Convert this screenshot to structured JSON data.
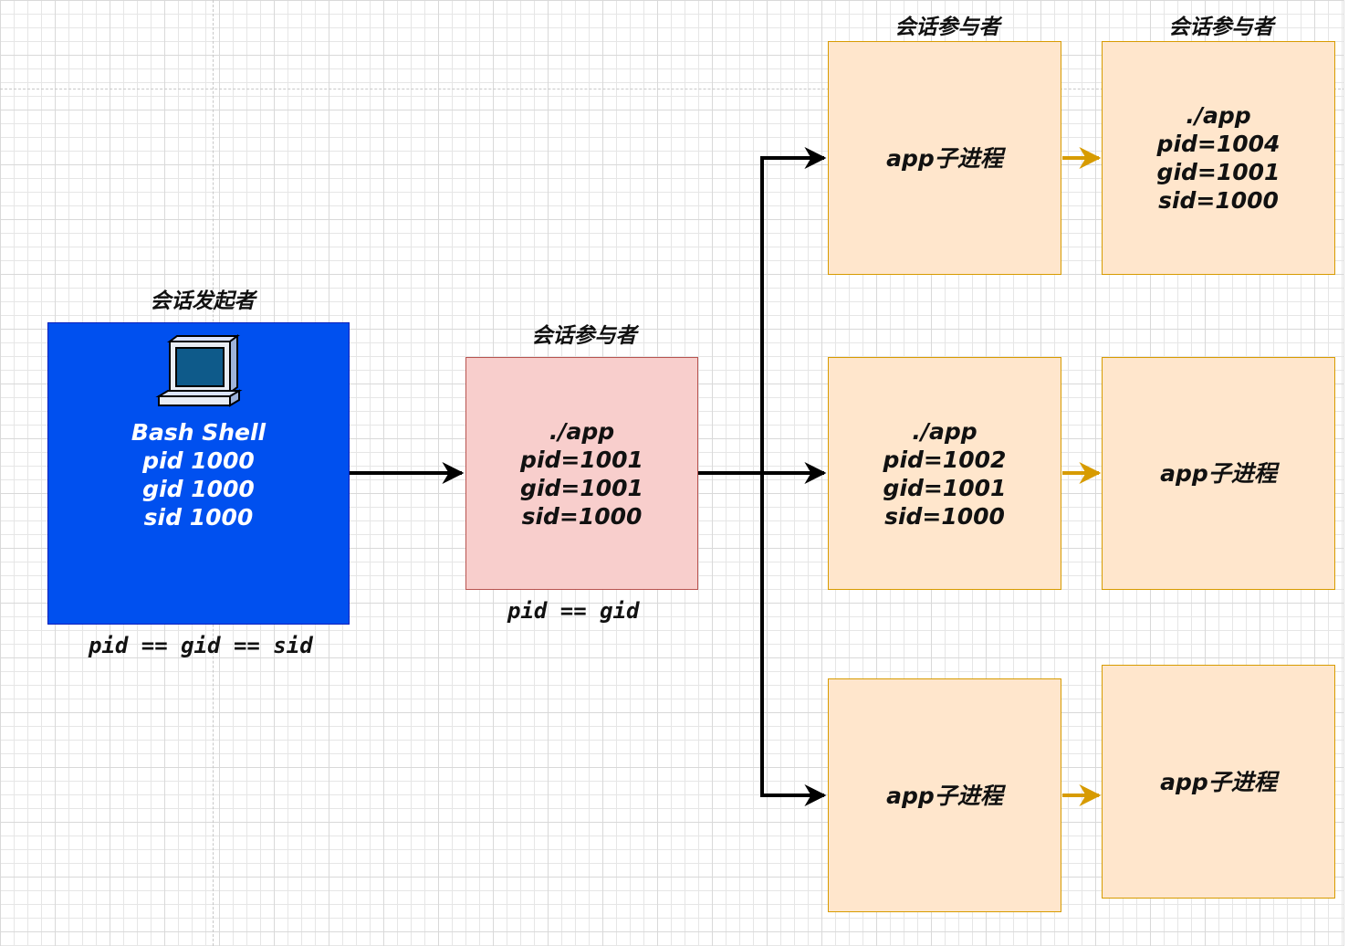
{
  "colors": {
    "initiator_fill": "#0050ef",
    "participant_fill": "#f8cecc",
    "child_fill": "#ffe6cc",
    "child_border": "#d79b00",
    "arrow_black": "#000000",
    "arrow_orange": "#d79b00"
  },
  "initiator": {
    "caption": "会话发起者",
    "icon": "computer-terminal-icon",
    "lines": [
      "Bash Shell",
      "pid 1000",
      "gid 1000",
      "sid 1000"
    ],
    "note": "pid == gid == sid"
  },
  "participant": {
    "caption": "会话参与者",
    "lines": [
      "./app",
      "pid=1001",
      "gid=1001",
      "sid=1000"
    ],
    "note": "pid == gid"
  },
  "children": {
    "top_left": {
      "caption": "会话参与者",
      "lines": [
        "app子进程"
      ]
    },
    "top_right": {
      "caption": "会话参与者",
      "lines": [
        "./app",
        "pid=1004",
        "gid=1001",
        "sid=1000"
      ]
    },
    "mid_left": {
      "lines": [
        "./app",
        "pid=1002",
        "gid=1001",
        "sid=1000"
      ]
    },
    "mid_right": {
      "lines": [
        "app子进程"
      ]
    },
    "bot_left": {
      "lines": [
        "app子进程"
      ]
    },
    "bot_right": {
      "lines": [
        "app子进程"
      ]
    }
  }
}
